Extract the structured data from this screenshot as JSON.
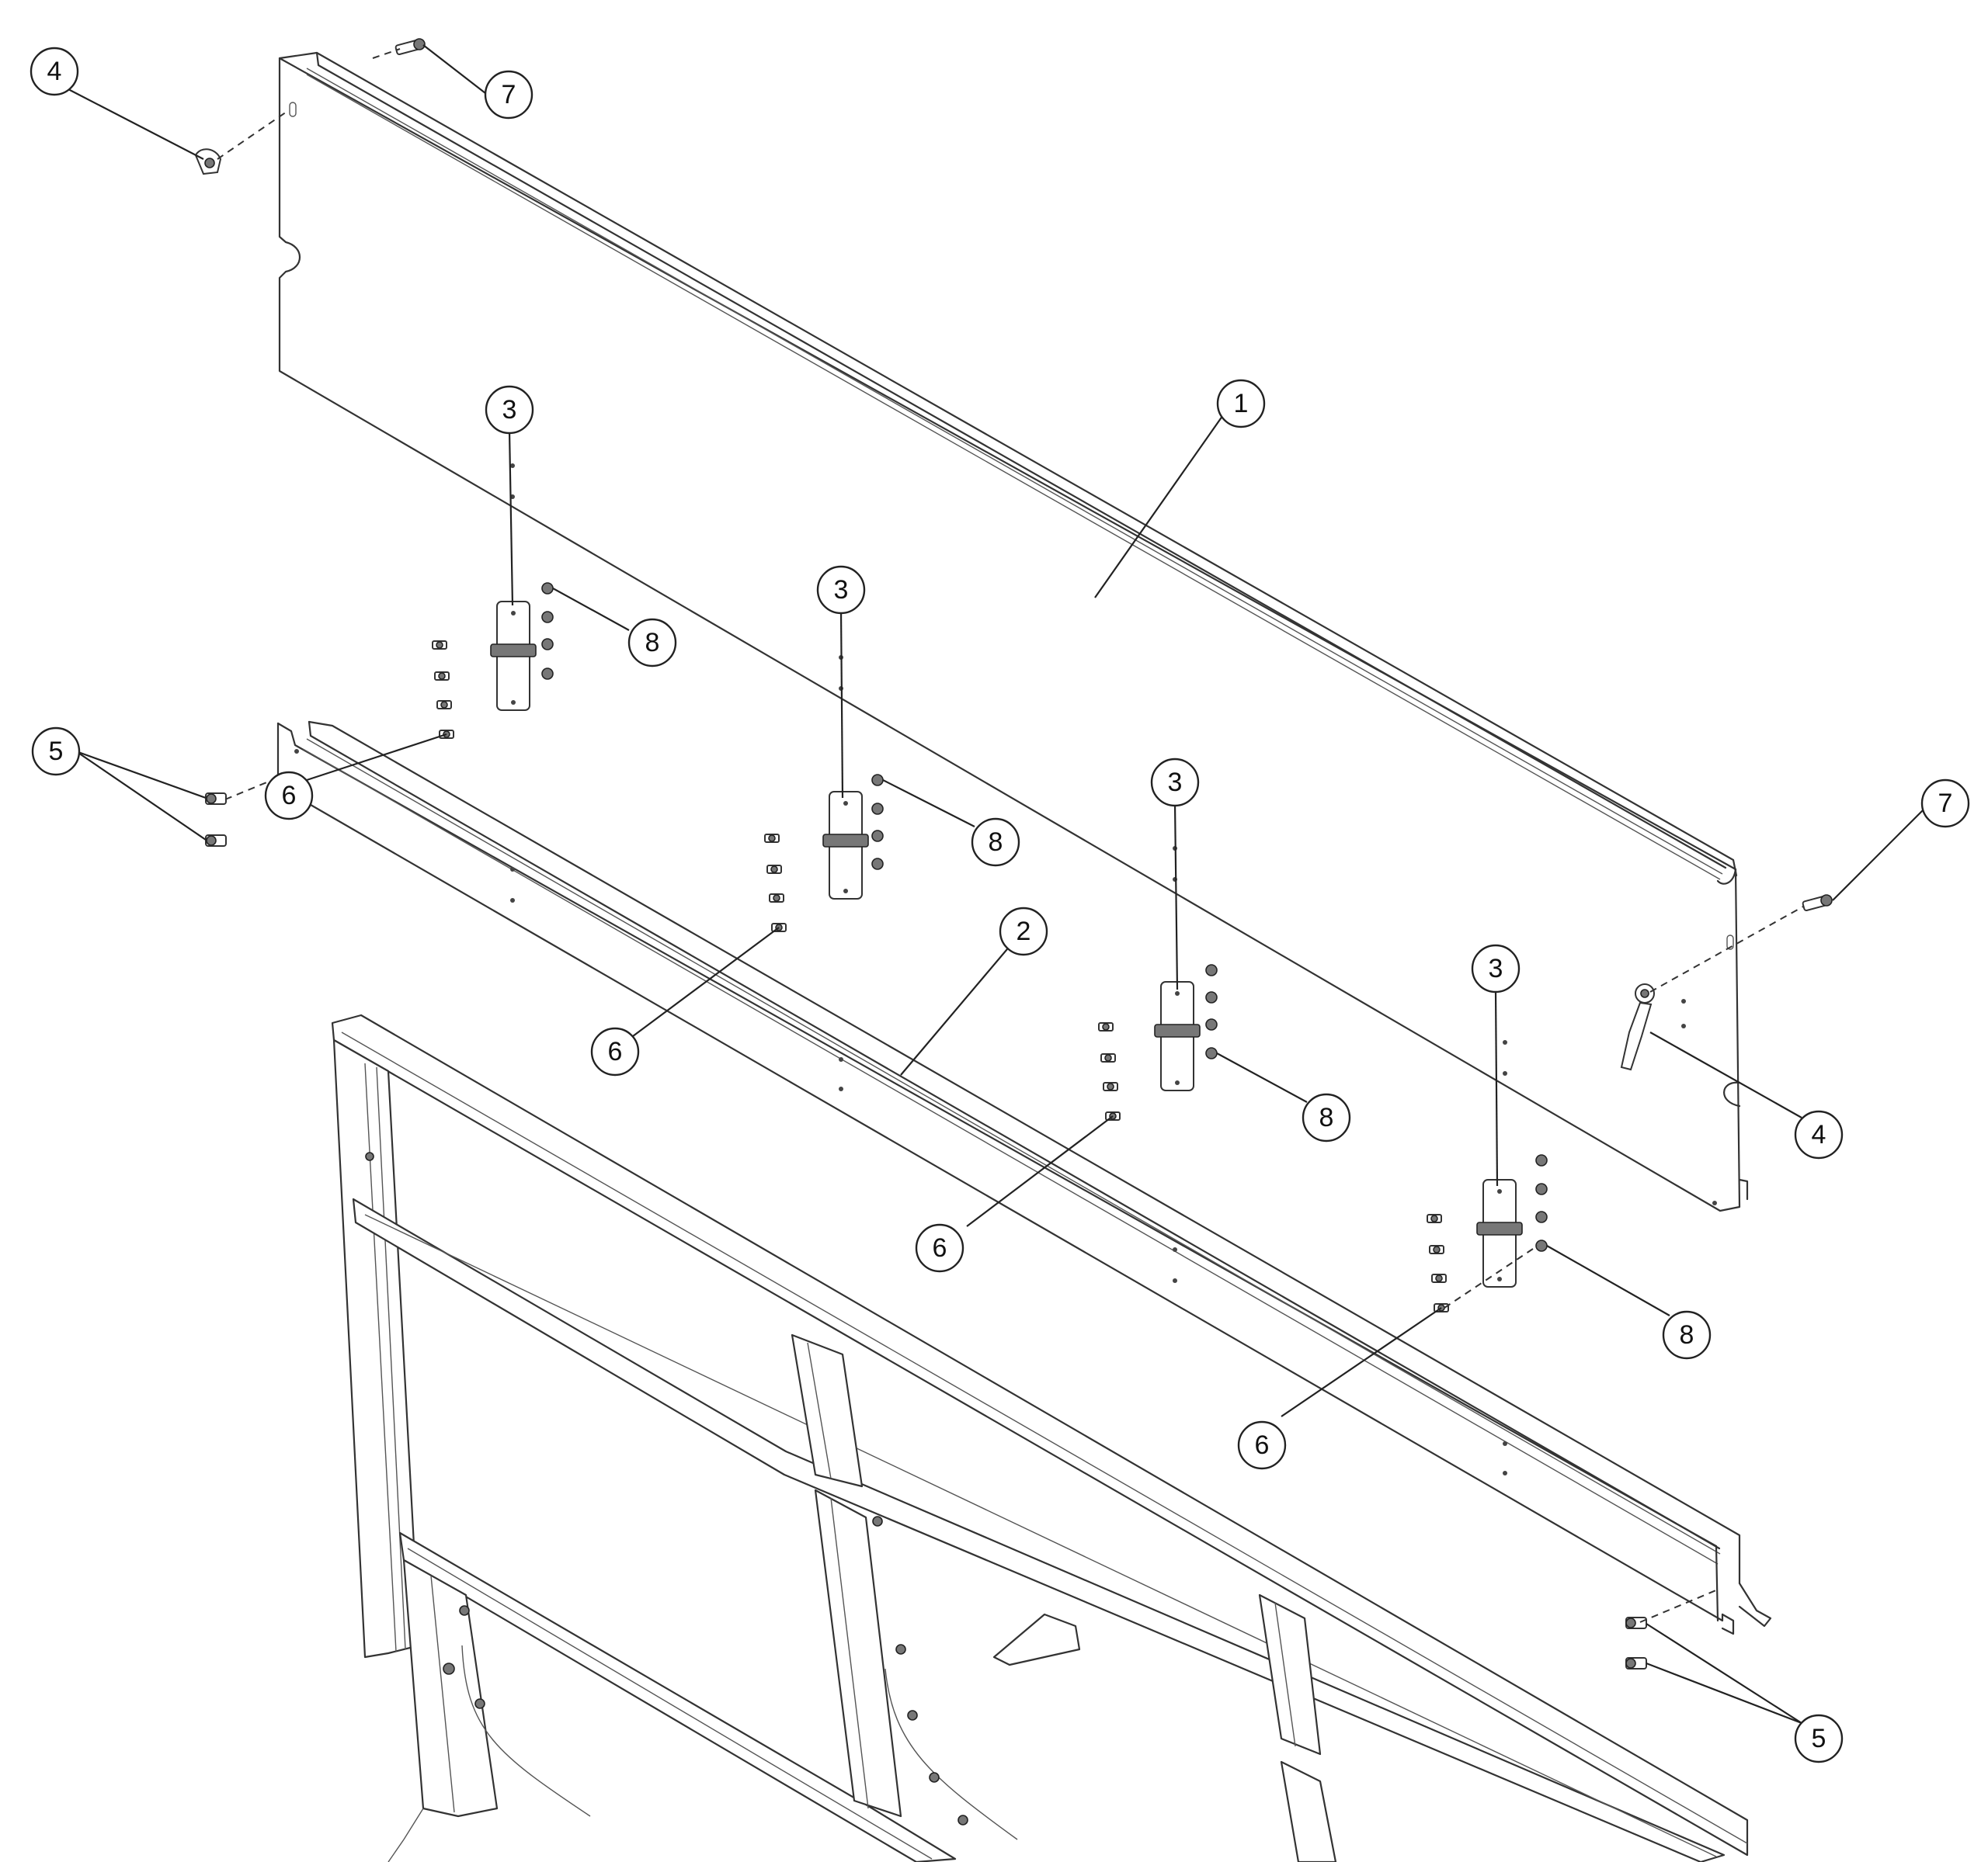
{
  "callouts": [
    {
      "id": "c1",
      "number": "1"
    },
    {
      "id": "c2",
      "number": "2"
    },
    {
      "id": "c3a",
      "number": "3"
    },
    {
      "id": "c3b",
      "number": "3"
    },
    {
      "id": "c3c",
      "number": "3"
    },
    {
      "id": "c3d",
      "number": "3"
    },
    {
      "id": "c4a",
      "number": "4"
    },
    {
      "id": "c4b",
      "number": "4"
    },
    {
      "id": "c5a",
      "number": "5"
    },
    {
      "id": "c5b",
      "number": "5"
    },
    {
      "id": "c6a",
      "number": "6"
    },
    {
      "id": "c6b",
      "number": "6"
    },
    {
      "id": "c6c",
      "number": "6"
    },
    {
      "id": "c6d",
      "number": "6"
    },
    {
      "id": "c7a",
      "number": "7"
    },
    {
      "id": "c7b",
      "number": "7"
    },
    {
      "id": "c8a",
      "number": "8"
    },
    {
      "id": "c8b",
      "number": "8"
    },
    {
      "id": "c8c",
      "number": "8"
    },
    {
      "id": "c8d",
      "number": "8"
    }
  ]
}
